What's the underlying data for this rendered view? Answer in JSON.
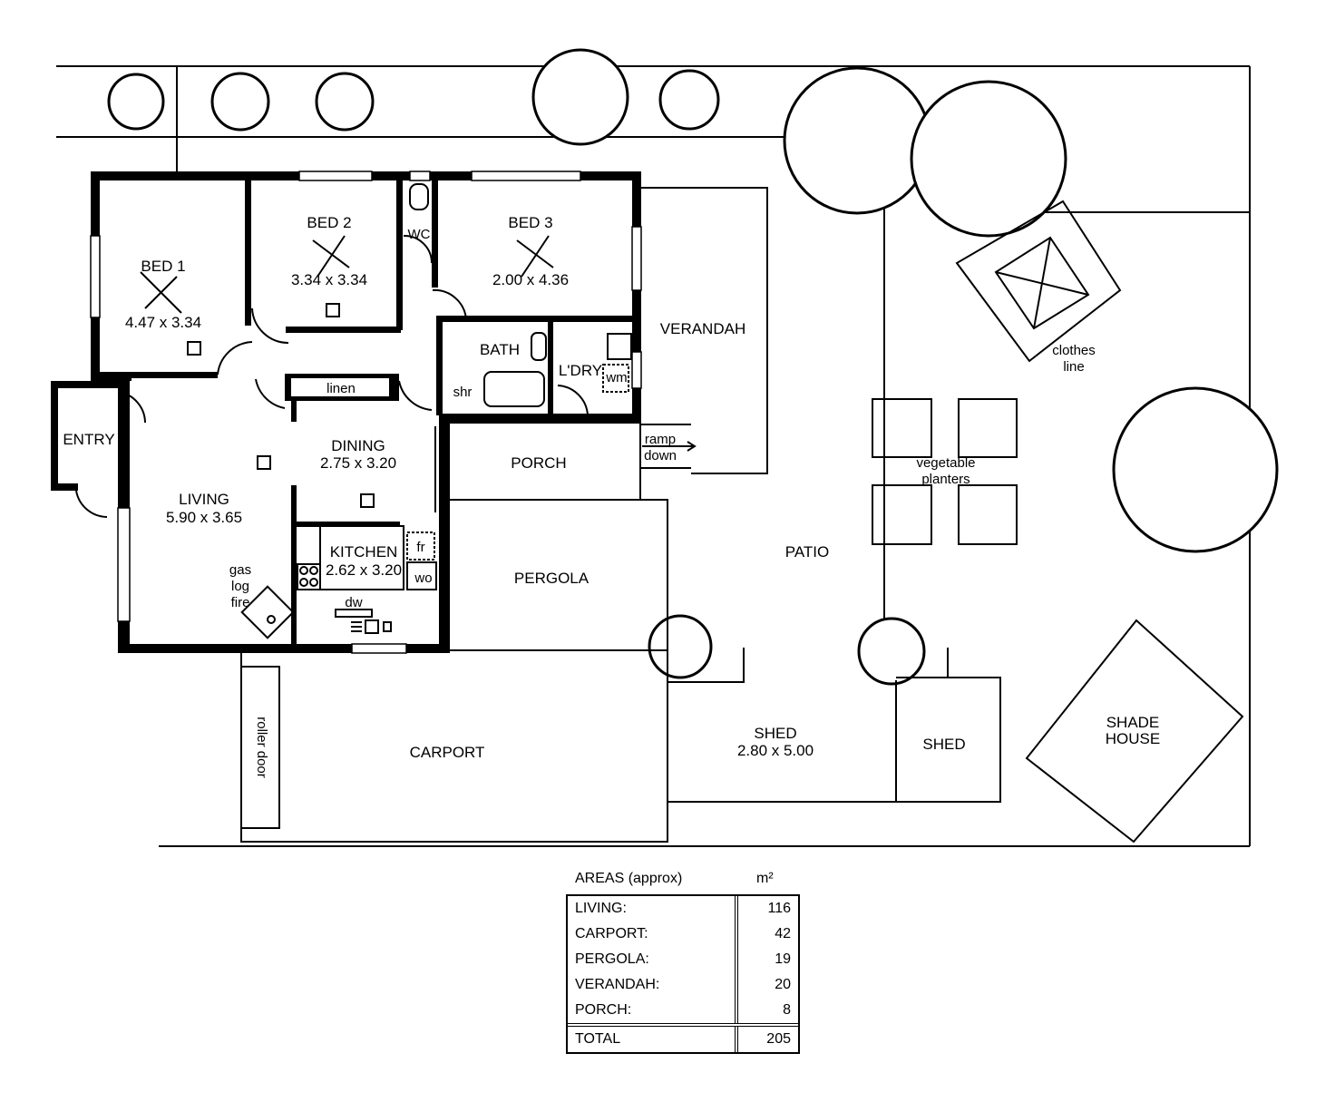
{
  "rooms": {
    "bed1": {
      "name": "BED 1",
      "dims": "4.47 x 3.34"
    },
    "bed2": {
      "name": "BED 2",
      "dims": "3.34 x 3.34"
    },
    "bed3": {
      "name": "BED 3",
      "dims": "2.00 x 4.36"
    },
    "wc": "WC",
    "bath": "BATH",
    "shr": "shr",
    "linen": "linen",
    "laundry": "L'DRY",
    "wm": "wm",
    "entry": "ENTRY",
    "dining": {
      "name": "DINING",
      "dims": "2.75 x 3.20"
    },
    "living": {
      "name": "LIVING",
      "dims": "5.90 x 3.65"
    },
    "kitchen": {
      "name": "KITCHEN",
      "dims": "2.62 x 3.20"
    },
    "fr": "fr",
    "wo": "wo",
    "dw": "dw",
    "gas_fire": [
      "gas",
      "log",
      "fire"
    ],
    "verandah": "VERANDAH",
    "porch": "PORCH",
    "ramp": [
      "ramp",
      "down"
    ],
    "pergola": "PERGOLA",
    "patio": "PATIO",
    "carport": "CARPORT",
    "roller_door": "roller door",
    "shed1": {
      "name": "SHED",
      "dims": "2.80 x 5.00"
    },
    "shed2": "SHED",
    "shade_house": [
      "SHADE",
      "HOUSE"
    ],
    "clothes_line": [
      "clothes",
      "line"
    ],
    "planters": [
      "vegetable",
      "planters"
    ]
  },
  "areas": {
    "title": "AREAS (approx)",
    "unit": "m²",
    "rows": [
      {
        "name": "LIVING:",
        "value": "116"
      },
      {
        "name": "CARPORT:",
        "value": "42"
      },
      {
        "name": "PERGOLA:",
        "value": "19"
      },
      {
        "name": "VERANDAH:",
        "value": "20"
      },
      {
        "name": "PORCH:",
        "value": "8"
      }
    ],
    "total": {
      "name": "TOTAL",
      "value": "205"
    }
  }
}
